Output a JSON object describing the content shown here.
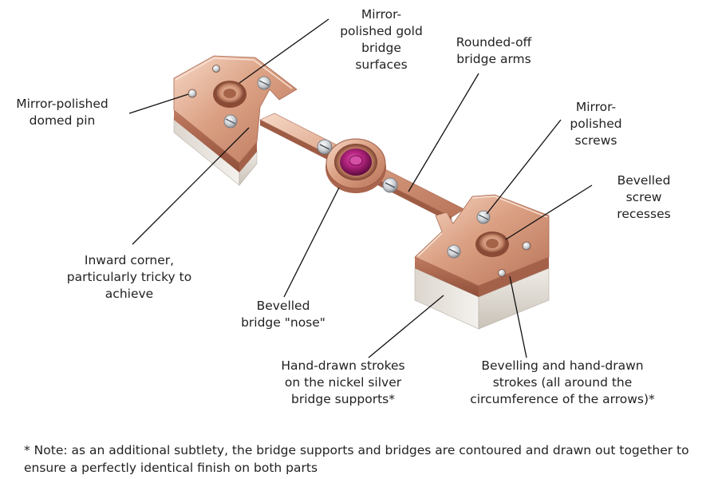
{
  "labels": {
    "mirror_polished_gold_bridge_surfaces": [
      "Mirror-",
      "polished gold",
      "bridge",
      "surfaces"
    ],
    "rounded_off_bridge_arms": [
      "Rounded-off",
      "bridge arms"
    ],
    "mirror_polished_domed_pin": [
      "Mirror-polished",
      "domed pin"
    ],
    "mirror_polished_screws": [
      "Mirror-",
      "polished",
      "screws"
    ],
    "bevelled_screw_recesses": [
      "Bevelled",
      "screw",
      "recesses"
    ],
    "inward_corner": [
      "Inward corner,",
      "particularly tricky to",
      "achieve"
    ],
    "bevelled_bridge_nose": [
      "Bevelled",
      "bridge \"nose\""
    ],
    "hand_drawn_strokes_supports": [
      "Hand-drawn strokes",
      "on the nickel silver",
      "bridge supports*"
    ],
    "bevelling_and_hand_drawn_strokes": [
      "Bevelling and hand-drawn",
      "strokes (all around the",
      "circumference of the arrows)*"
    ]
  },
  "footnote": "* Note: as an additional subtlety, the bridge supports and bridges are contoured and drawn out together to ensure a perfectly identical finish on both parts",
  "colors": {
    "rose_gold": "#d89a7c",
    "rose_gold_dark": "#9c5a43",
    "rose_gold_light": "#f3cdb8",
    "nickel_silver": "#e6e2dc",
    "nickel_silver_dark": "#b9b2a8",
    "ruby": "#b0207a",
    "screw": "#c9ccd0",
    "leader_line": "#111111"
  }
}
